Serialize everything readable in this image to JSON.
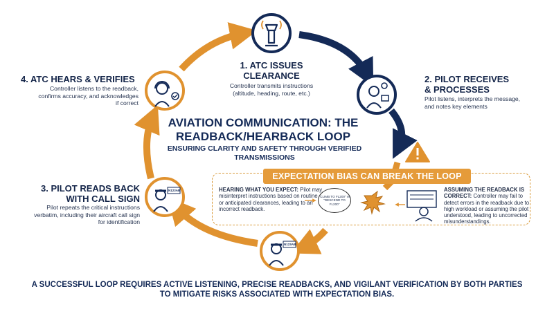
{
  "title": "AVIATION COMMUNICATION: THE READBACK/HEARBACK LOOP",
  "subtitle": "ENSURING CLARITY AND SAFETY THROUGH VERIFIED TRANSMISSIONS",
  "steps": [
    {
      "title": "1. ATC ISSUES CLEARANCE",
      "description": "Controller transmits instructions (altitude, heading, route, etc.)",
      "icon": "atc-tower-icon"
    },
    {
      "title": "2. PILOT RECEIVES & PROCESSES",
      "description": "Pilot listens, interprets the message, and notes key elements",
      "icon": "pilot-processing-icon"
    },
    {
      "title": "3. PILOT READS BACK WITH CALL SIGN",
      "description": "Pilot repeats the critical instructions verbatim, including their aircraft call sign for identification",
      "icon": "pilot-readback-icon"
    },
    {
      "title": "4. ATC HEARS & VERIFIES",
      "description": "Controller listens to the readback, confirms accuracy, and acknowledges if correct",
      "icon": "controller-headset-icon"
    }
  ],
  "call_sign_badge": "N123AB",
  "bias": {
    "banner": "EXPECTATION BIAS CAN BREAK THE LOOP",
    "left_heading": "HEARING WHAT YOU EXPECT:",
    "left_text": "Pilot may misinterpret instructions based on routine or anticipated clearances, leading to an incorrect readback.",
    "bubble_text": "\"CLIMB TO FL200\" vs \"DESCEND TO FL200\"",
    "right_heading": "ASSUMING THE READBACK IS CORRECT:",
    "right_text": "Controller may fail to detect errors in the readback due to high workload or assuming the pilot understood, leading to uncorrected misunderstandings."
  },
  "footer": "A SUCCESSFUL LOOP REQUIRES ACTIVE LISTENING, PRECISE READBACKS, AND VIGILANT VERIFICATION BY BOTH PARTIES TO MITIGATE RISKS ASSOCIATED WITH EXPECTATION BIAS.",
  "colors": {
    "navy": "#142a57",
    "orange": "#e0922f",
    "warning": "#e0922f"
  }
}
